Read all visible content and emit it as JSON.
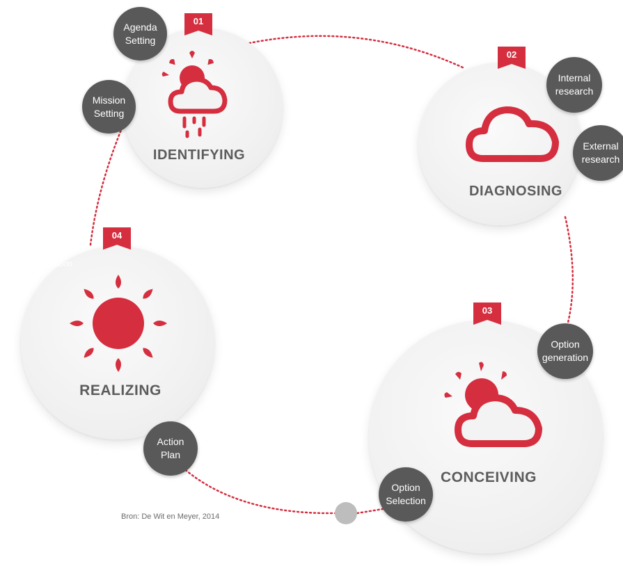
{
  "stages": [
    {
      "number": "01",
      "label": "IDENTIFYING",
      "icon": "sun-cloud-rain-icon"
    },
    {
      "number": "02",
      "label": "DIAGNOSING",
      "icon": "cloud-icon"
    },
    {
      "number": "03",
      "label": "CONCEIVING",
      "icon": "sun-cloud-icon"
    },
    {
      "number": "04",
      "label": "REALIZING",
      "icon": "sun-icon"
    }
  ],
  "activities": {
    "agenda_setting": "Agenda\nSetting",
    "mission_setting": "Mission\nSetting",
    "internal_research": "Internal\nresearch",
    "external_research": "External\nresearch",
    "option_generation": "Option\ngeneration",
    "option_selection": "Option\nSelection",
    "action_plan": "Action\nPlan"
  },
  "hidden_text": "Evaluation",
  "source": "Bron: De Wit en Meyer, 2014",
  "colors": {
    "accent": "#d42e3f",
    "bubble": "#595959",
    "circle": "#f1f1f1",
    "label": "#5c5c5c",
    "connector": "#bdbdbd"
  }
}
